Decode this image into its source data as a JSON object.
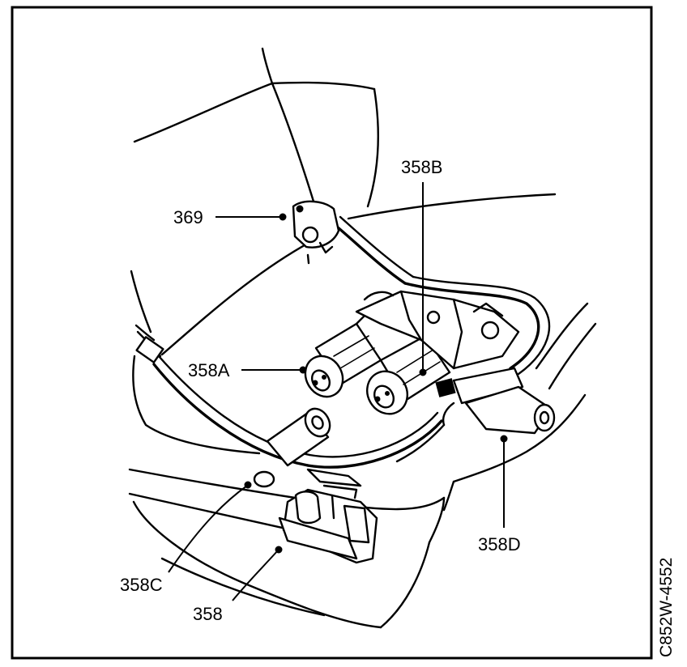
{
  "figure": {
    "callouts": [
      {
        "id": "369",
        "label": "369"
      },
      {
        "id": "358b",
        "label": "358B"
      },
      {
        "id": "358a",
        "label": "358A"
      },
      {
        "id": "358d",
        "label": "358D"
      },
      {
        "id": "358c",
        "label": "358C"
      },
      {
        "id": "358",
        "label": "358"
      }
    ],
    "illustration_code": "C852W-4552"
  },
  "colors": {
    "ink": "#000000",
    "paper": "#ffffff"
  }
}
